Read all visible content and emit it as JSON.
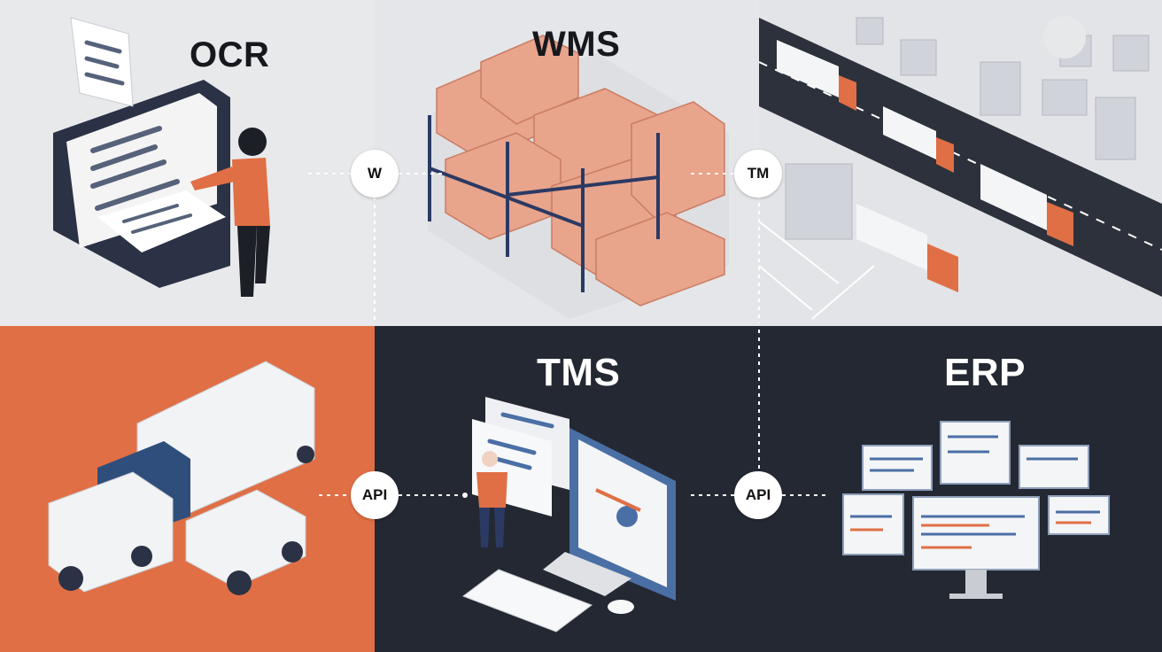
{
  "titles": {
    "ocr": "OCR",
    "wms": "WMS",
    "tms": "TMS",
    "erp": "ERP"
  },
  "badges": {
    "top_left": "W",
    "top_right": "TM",
    "bottom_left": "API",
    "bottom_right": "API"
  },
  "colors": {
    "accent_orange": "#e06f45",
    "navy": "#232832",
    "light_panel": "#e8e9eb",
    "box_pink": "#e9a48c",
    "screen_blue": "#4a6fa5"
  },
  "icons": [
    "document-scanner-icon",
    "warehouse-boxes-icon",
    "truck-highway-map-icon",
    "fleet-trucks-icon",
    "desktop-dashboard-icon",
    "erp-screens-icon"
  ]
}
